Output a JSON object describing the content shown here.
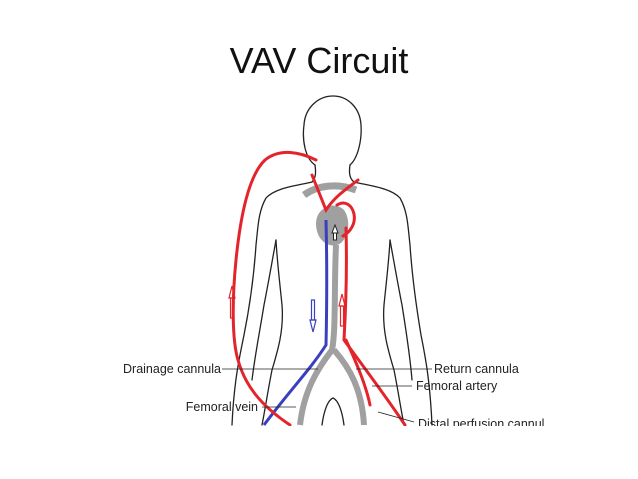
{
  "slide": {
    "title": "VAV Circuit"
  },
  "labels": {
    "drainage_cannula": "Drainage cannula",
    "femoral_vein": "Femoral vein",
    "return_cannula": "Return cannula",
    "femoral_artery": "Femoral artery",
    "distal_perfusion_cannula": "Distal perfusion cannul"
  },
  "colors": {
    "arterial": "#e3242b",
    "venous": "#3a3fbf",
    "cannula": "#a0a0a0",
    "outline": "#222222"
  },
  "icons": [
    "up-arrow-icon",
    "down-arrow-icon"
  ]
}
